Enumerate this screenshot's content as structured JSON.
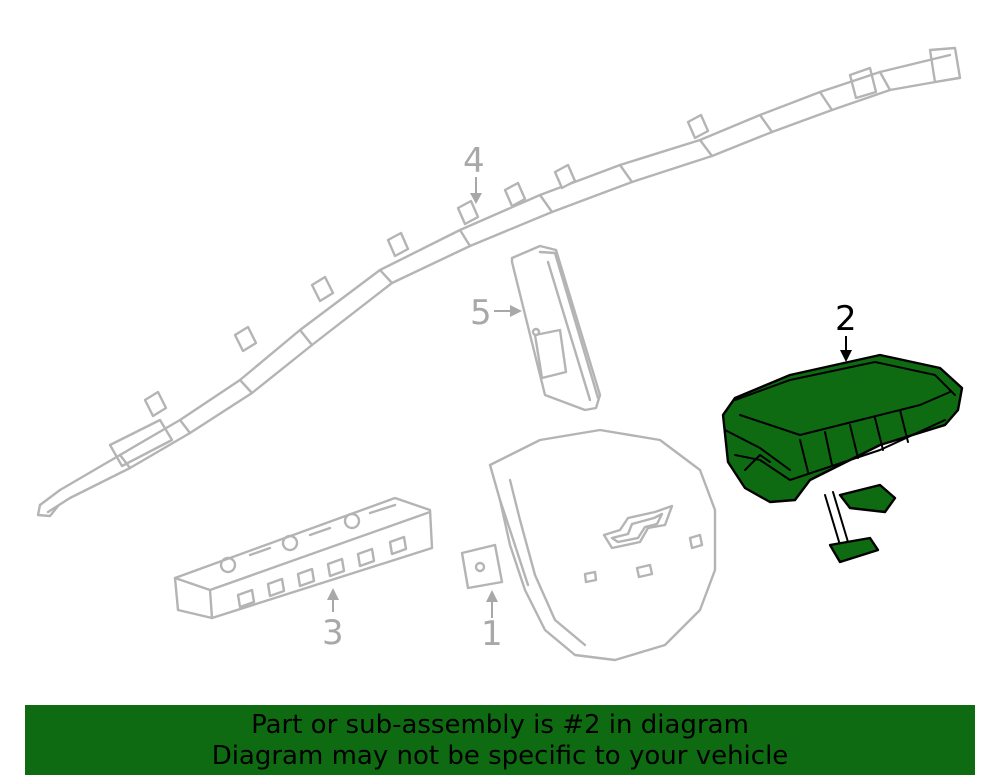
{
  "diagram": {
    "callouts": {
      "c1": "1",
      "c2": "2",
      "c3": "3",
      "c4": "4",
      "c5": "5"
    },
    "highlighted_part": "2",
    "colors": {
      "highlight": "#0f6b12",
      "inactive_part": "#b4b4b4",
      "banner": "#0f6b12"
    }
  },
  "banner": {
    "line1": "Part or sub-assembly is #2 in diagram",
    "line2": "Diagram may not be specific to your vehicle"
  }
}
